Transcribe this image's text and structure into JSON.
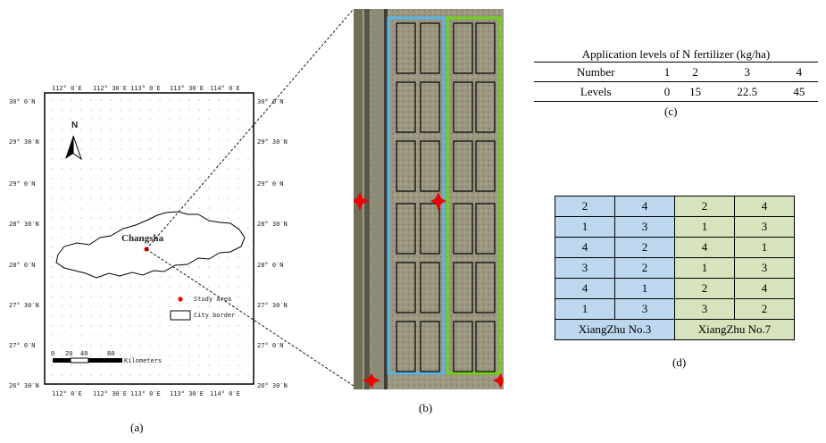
{
  "panel_a": {
    "top_lon_ticks": [
      "112° 0′E",
      "112° 30′E",
      "113° 0′E",
      "113° 30′E",
      "114° 0′E"
    ],
    "bottom_lon_ticks": [
      "112° 0′E",
      "112° 30′E",
      "113° 0′E",
      "113° 30′E",
      "114° 0′E"
    ],
    "left_lat_ticks": [
      "30° 0′N",
      "29° 30′N",
      "29° 0′N",
      "28° 30′N",
      "28° 0′N",
      "27° 30′N",
      "27° 0′N",
      "26° 30′N"
    ],
    "right_lat_ticks": [
      "30° 0′N",
      "29° 30′N",
      "29° 0′N",
      "28° 30′N",
      "28° 0′N",
      "27° 30′N",
      "27° 0′N",
      "26° 30′N"
    ],
    "north": "N",
    "city": "Changsha",
    "legend_study_area": "Study area",
    "legend_city_border": "City border",
    "scale_ticks": [
      "0",
      "20",
      "40",
      "80"
    ],
    "scale_unit": "Kilometers",
    "label": "(a)"
  },
  "panel_b": {
    "label": "(b)"
  },
  "panel_c": {
    "caption": "Application levels of N fertilizer  (kg/ha)",
    "rows": [
      [
        "Number",
        "1",
        "2",
        "3",
        "4"
      ],
      [
        "Levels",
        "0",
        "15",
        "22.5",
        "45"
      ]
    ],
    "label": "(c)"
  },
  "panel_d": {
    "rows": [
      [
        "2",
        "4",
        "2",
        "4"
      ],
      [
        "1",
        "3",
        "1",
        "3"
      ],
      [
        "4",
        "2",
        "4",
        "1"
      ],
      [
        "3",
        "2",
        "1",
        "3"
      ],
      [
        "4",
        "1",
        "2",
        "4"
      ],
      [
        "1",
        "3",
        "3",
        "2"
      ]
    ],
    "variety_1": "XiangZhu No.3",
    "variety_2": "XiangZhu No.7",
    "label": "(d)",
    "colors": {
      "blue": "#bdd7ee",
      "green": "#d6e3bc"
    }
  }
}
